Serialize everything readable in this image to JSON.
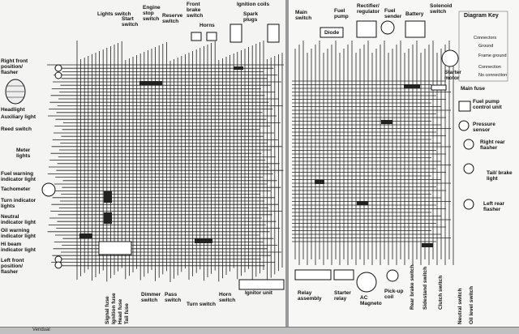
{
  "left_page": {
    "top_labels": {
      "lights_switch": "Lights switch",
      "start_switch": "Start switch",
      "engine_stop_switch": "Engine stop switch",
      "reserve_switch": "Reserve switch",
      "front_brake_switch": "Front brake switch",
      "horns": "Horns",
      "ignition_coils": "Ignition coils",
      "spark_plugs": "Spark plugs"
    },
    "side_labels": {
      "right_front_flasher": "Right front position/ flasher",
      "headlight": "Headlight",
      "auxiliary_light": "Auxiliary light",
      "reed_switch": "Reed switch",
      "meter_lights": "Meter lights",
      "fuel_warning": "Fuel warning indicator light",
      "tachometer": "Tachometer",
      "turn_indicators": "Turn indicator lights",
      "neutral_indicator": "Neutral indicator light",
      "oil_warning": "Oil warning indicator light",
      "hi_beam": "Hi beam indicator light",
      "left_front_flasher": "Left front position/ flasher"
    },
    "bottom_labels": {
      "signal_fuse": "Signal fuse",
      "ignition_fuse": "Ignition fuse",
      "head_fuse": "Head fuse",
      "tail_fuse": "Tail fuse",
      "dimmer_switch": "Dimmer switch",
      "pass_switch": "Pass switch",
      "turn_switch": "Turn switch",
      "horn_switch": "Horn switch",
      "ignitor_unit": "Ignitor unit"
    }
  },
  "right_page": {
    "top_labels": {
      "main_switch": "Main switch",
      "fuel_pump": "Fuel pump",
      "diode": "Diode",
      "rectifier_regulator": "Rectifier/ regulator",
      "fuel_sender": "Fuel sender",
      "battery": "Battery",
      "solenoid_switch": "Solenoid switch",
      "starter_motor": "Starter motor"
    },
    "diagram_key": {
      "title": "Diagram Key",
      "connectors": "Connectors",
      "ground": "Ground",
      "frame_ground": "Frame ground",
      "connection": "Connection",
      "no_connection": "No connection"
    },
    "side_labels": {
      "main_fuse": "Main fuse",
      "fuel_pump_control": "Fuel pump control unit",
      "pressure_sensor": "Pressure sensor",
      "right_rear_flasher": "Right rear flasher",
      "tail_brake_light": "Tail/ brake light",
      "left_rear_flasher": "Left rear flasher"
    },
    "bottom_labels": {
      "relay_assembly": "Relay assembly",
      "starter_relay": "Starter relay",
      "ac_magneto": "AC Magneto",
      "pickup_coil": "Pick-up coil",
      "rear_brake_switch": "Rear brake switch",
      "sidestand_switch": "Sidestand switch",
      "clutch_switch": "Clutch switch",
      "neutral_switch": "Neutral switch",
      "oil_level_switch": "Oil level switch"
    }
  },
  "taskbar": {
    "item": "Vendual"
  }
}
